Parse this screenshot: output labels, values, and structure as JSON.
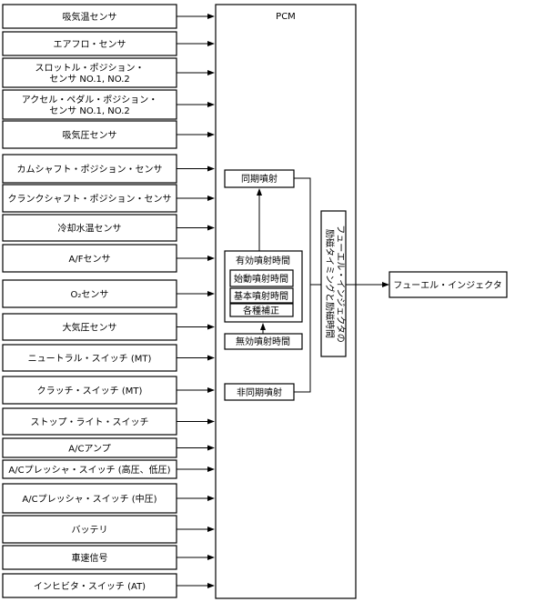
{
  "pcm_label": "PCM",
  "sensors": [
    [
      "吸気温センサ"
    ],
    [
      "エアフロ・センサ"
    ],
    [
      "スロットル・ポジション・",
      "センサ NO.1, NO.2"
    ],
    [
      "アクセル・ペダル・ポジション・",
      "センサ NO.1, NO.2"
    ],
    [
      "吸気圧センサ"
    ],
    [
      "カムシャフト・ポジション・センサ"
    ],
    [
      "クランクシャフト・ポジション・センサ"
    ],
    [
      "冷却水温センサ"
    ],
    [
      "A/Fセンサ"
    ],
    [
      "O₂センサ"
    ],
    [
      "大気圧センサ"
    ],
    [
      "ニュートラル・スイッチ (MT)"
    ],
    [
      "クラッチ・スイッチ (MT)"
    ],
    [
      "ストップ・ライト・スイッチ"
    ],
    [
      "A/Cアンプ"
    ],
    [
      "A/Cプレッシャ・スイッチ (高圧、低圧)"
    ],
    [
      "A/Cプレッシャ・スイッチ (中圧)"
    ],
    [
      "バッテリ"
    ],
    [
      "車速信号"
    ],
    [
      "インヒビタ・スイッチ (AT)"
    ]
  ],
  "sync_injection": "同期噴射",
  "effective_injection_time": "有効噴射時間",
  "start_injection_time": "始動噴射時間",
  "base_injection_time": "基本噴射時間",
  "corrections": "各種補正",
  "invalid_injection_time": "無効噴射時間",
  "async_injection": "非同期噴射",
  "injector_signal_lines": [
    "フューエル・インジェクタの",
    "励磁タイミングと励磁時間"
  ],
  "output_label": "フューエル・インジェクタ"
}
